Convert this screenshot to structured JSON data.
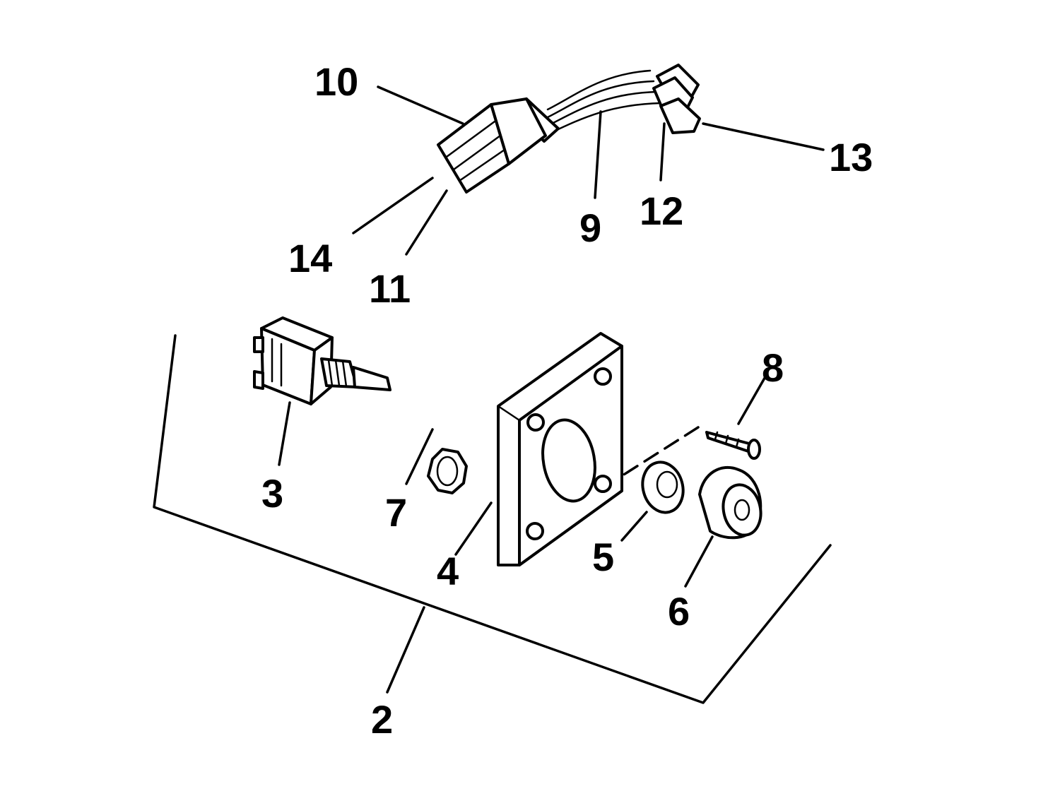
{
  "diagram": {
    "callouts": {
      "c2": "2",
      "c3": "3",
      "c4": "4",
      "c5": "5",
      "c6": "6",
      "c7": "7",
      "c8": "8",
      "c9": "9",
      "c10": "10",
      "c11": "11",
      "c12": "12",
      "c13": "13",
      "c14": "14"
    },
    "colors": {
      "ink": "#000000",
      "paper": "#ffffff"
    }
  }
}
